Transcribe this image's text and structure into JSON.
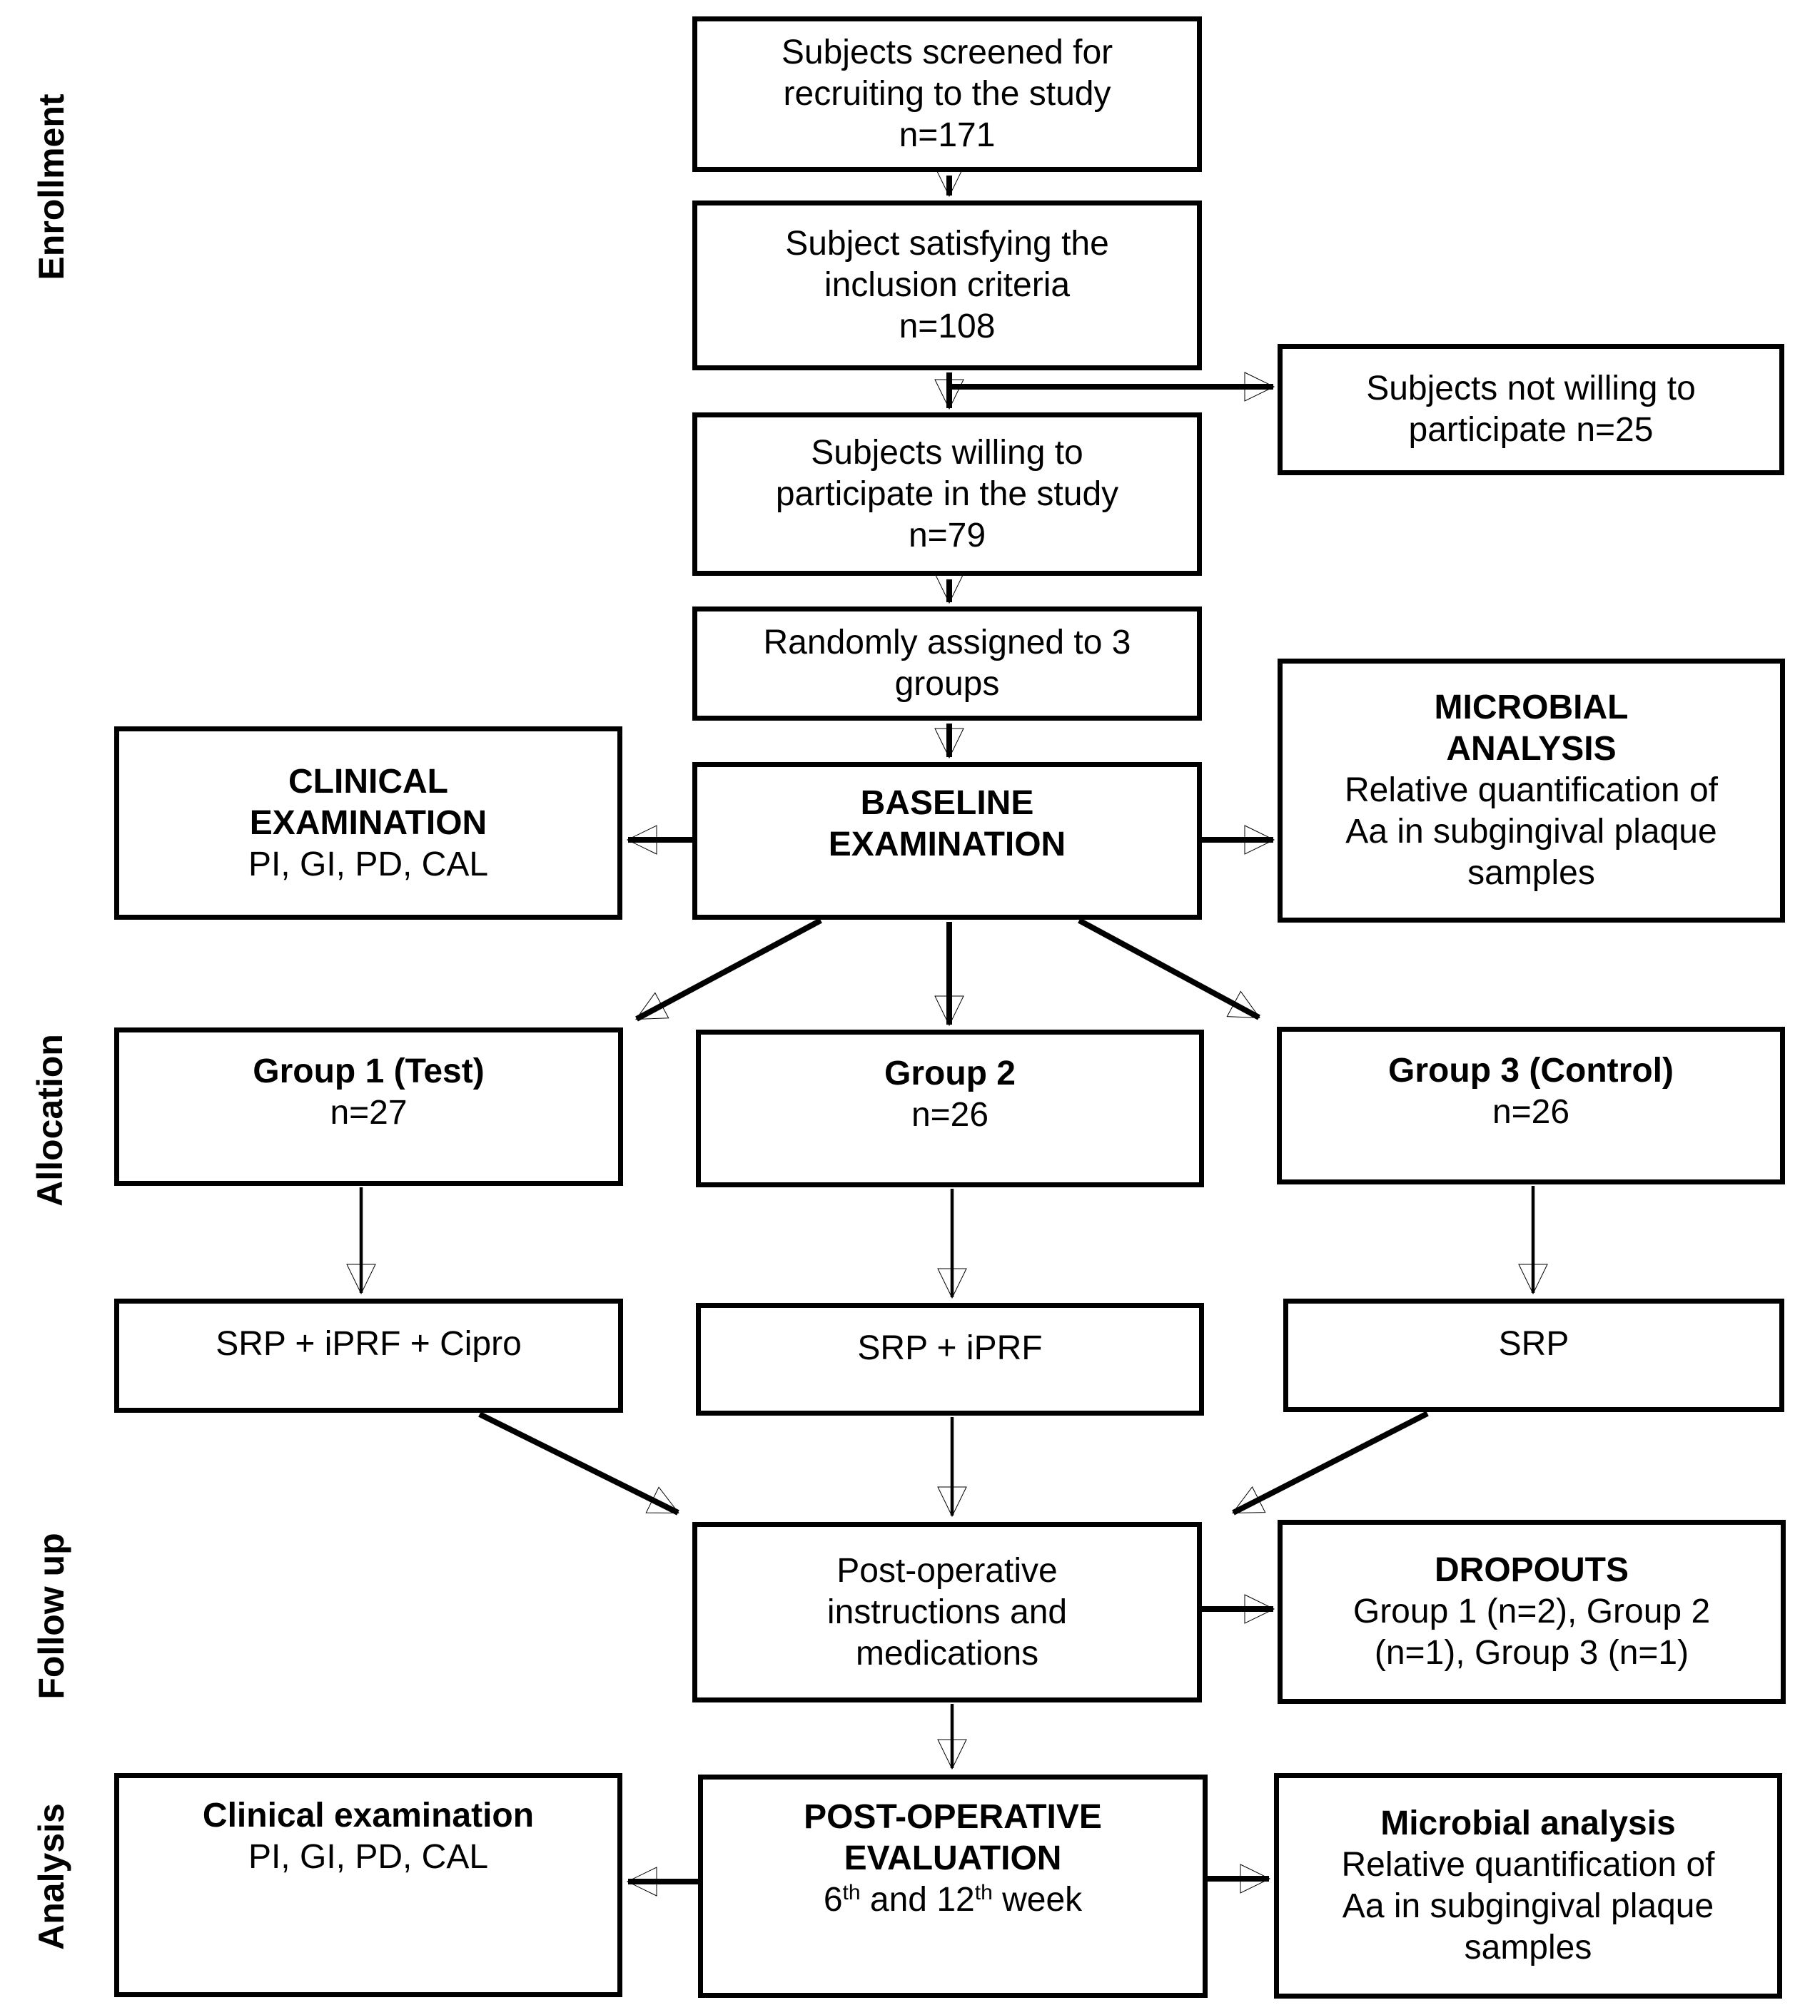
{
  "section_labels": {
    "enrollment": "Enrollment",
    "allocation": "Allocation",
    "follow_up": "Follow up",
    "analysis": "Analysis"
  },
  "boxes": {
    "screened": {
      "lines": [
        "Subjects screened for",
        "recruiting to the study",
        "n=171"
      ]
    },
    "inclusion": {
      "lines": [
        "Subject satisfying the",
        "inclusion criteria",
        "n=108"
      ]
    },
    "not_willing": {
      "lines": [
        "Subjects not willing to",
        "participate n=25"
      ]
    },
    "willing": {
      "lines": [
        "Subjects willing to",
        "participate in the study",
        "n=79"
      ]
    },
    "randomized": {
      "lines": [
        "Randomly assigned to 3",
        "groups"
      ]
    },
    "clinical_exam_baseline": {
      "title_lines": [
        "CLINICAL",
        "EXAMINATION"
      ],
      "lines": [
        "PI, GI, PD, CAL"
      ]
    },
    "baseline_exam": {
      "title_lines": [
        "BASELINE",
        "EXAMINATION"
      ]
    },
    "microbial_baseline": {
      "title_lines": [
        "MICROBIAL",
        "ANALYSIS"
      ],
      "lines": [
        "Relative quantification of",
        "Aa in subgingival plaque",
        "samples"
      ]
    },
    "group1": {
      "title": "Group 1 (Test)",
      "n_label": "n=27"
    },
    "group2": {
      "title": "Group 2",
      "n_label": "n=26"
    },
    "group3": {
      "title": "Group 3 (Control)",
      "n_label": "n=26"
    },
    "treatment1": {
      "label": "SRP + iPRF + Cipro"
    },
    "treatment2": {
      "label": "SRP + iPRF"
    },
    "treatment3": {
      "label": "SRP"
    },
    "postop_instructions": {
      "lines": [
        "Post-operative",
        "instructions and",
        "medications"
      ]
    },
    "dropouts": {
      "title": "DROPOUTS",
      "lines": [
        "Group 1 (n=2), Group 2",
        "(n=1), Group 3 (n=1)"
      ]
    },
    "clinical_exam_final": {
      "title": "Clinical examination",
      "lines": [
        "PI, GI, PD, CAL"
      ]
    },
    "postop_eval": {
      "title_lines": [
        "POST-OPERATIVE",
        "EVALUATION"
      ],
      "week_line": {
        "p1": "6",
        "s1": "th",
        "p2": " and 12",
        "s2": "th",
        "p3": " week"
      }
    },
    "microbial_final": {
      "title": "Microbial analysis",
      "lines": [
        "Relative quantification of",
        "Aa in subgingival plaque",
        "samples"
      ]
    }
  },
  "colors": {
    "ink": "#000000",
    "background": "#ffffff"
  }
}
